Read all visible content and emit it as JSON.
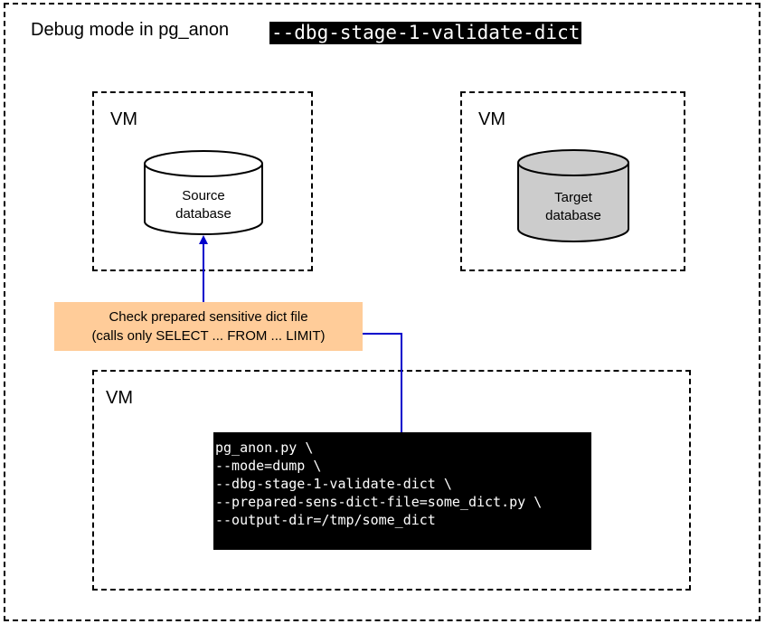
{
  "diagram": {
    "title": "Debug mode in pg_anon",
    "mode_flag": "--dbg-stage-1-validate-dict",
    "vm_label": "VM",
    "source_db": {
      "line1": "Source",
      "line2": "database"
    },
    "target_db": {
      "line1": "Target",
      "line2": "database"
    },
    "note": {
      "line1": "Check prepared sensitive dict file",
      "line2": "(calls only SELECT ... FROM ... LIMIT)"
    },
    "command": {
      "lines": [
        "pg_anon.py \\",
        "--mode=dump \\",
        "--dbg-stage-1-validate-dict \\",
        "--prepared-sens-dict-file=some_dict.py \\",
        "--output-dir=/tmp/some_dict"
      ]
    }
  },
  "colors": {
    "note_bg": "#ffcc99",
    "target_db_fill": "#cccccc",
    "source_db_fill": "#ffffff",
    "arrow": "#0000cc",
    "command_bg": "#000000",
    "command_text": "#ffffff"
  }
}
